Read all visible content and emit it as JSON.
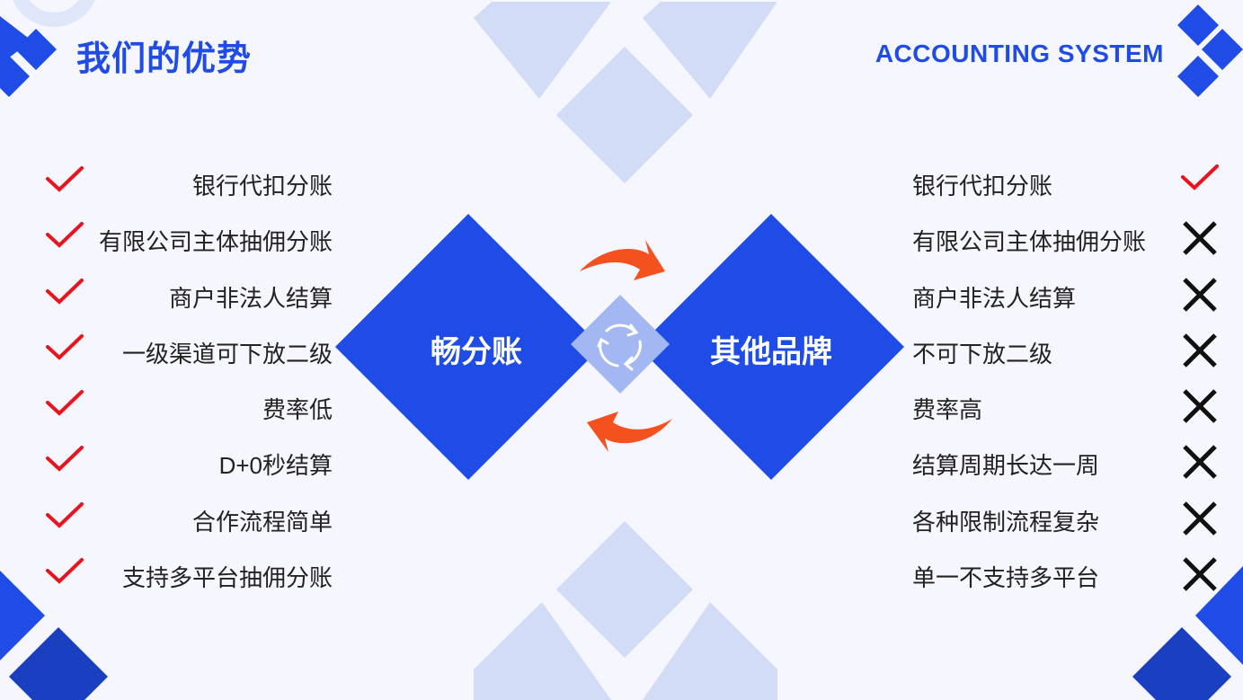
{
  "header": {
    "title": "我们的优势",
    "brand": "ACCOUNTING SYSTEM"
  },
  "center": {
    "left_label": "畅分账",
    "right_label": "其他品牌"
  },
  "left_list": [
    {
      "label": "银行代扣分账",
      "icon": "check-icon"
    },
    {
      "label": "有限公司主体抽佣分账",
      "icon": "check-icon"
    },
    {
      "label": "商户非法人结算",
      "icon": "check-icon"
    },
    {
      "label": "一级渠道可下放二级",
      "icon": "check-icon"
    },
    {
      "label": "费率低",
      "icon": "check-icon"
    },
    {
      "label": "D+0秒结算",
      "icon": "check-icon"
    },
    {
      "label": "合作流程简单",
      "icon": "check-icon"
    },
    {
      "label": "支持多平台抽佣分账",
      "icon": "check-icon"
    }
  ],
  "right_list": [
    {
      "label": "银行代扣分账",
      "icon": "check-icon"
    },
    {
      "label": "有限公司主体抽佣分账",
      "icon": "cross-icon"
    },
    {
      "label": "商户非法人结算",
      "icon": "cross-icon"
    },
    {
      "label": "不可下放二级",
      "icon": "cross-icon"
    },
    {
      "label": "费率高",
      "icon": "cross-icon"
    },
    {
      "label": "结算周期长达一周",
      "icon": "cross-icon"
    },
    {
      "label": "各种限制流程复杂",
      "icon": "cross-icon"
    },
    {
      "label": "单一不支持多平台",
      "icon": "cross-icon"
    }
  ],
  "colors": {
    "primary": "#1f4ce6",
    "light": "#d2dcf7",
    "check": "#e8141e",
    "arrow": "#f4511e",
    "background": "#f5f6fe"
  }
}
